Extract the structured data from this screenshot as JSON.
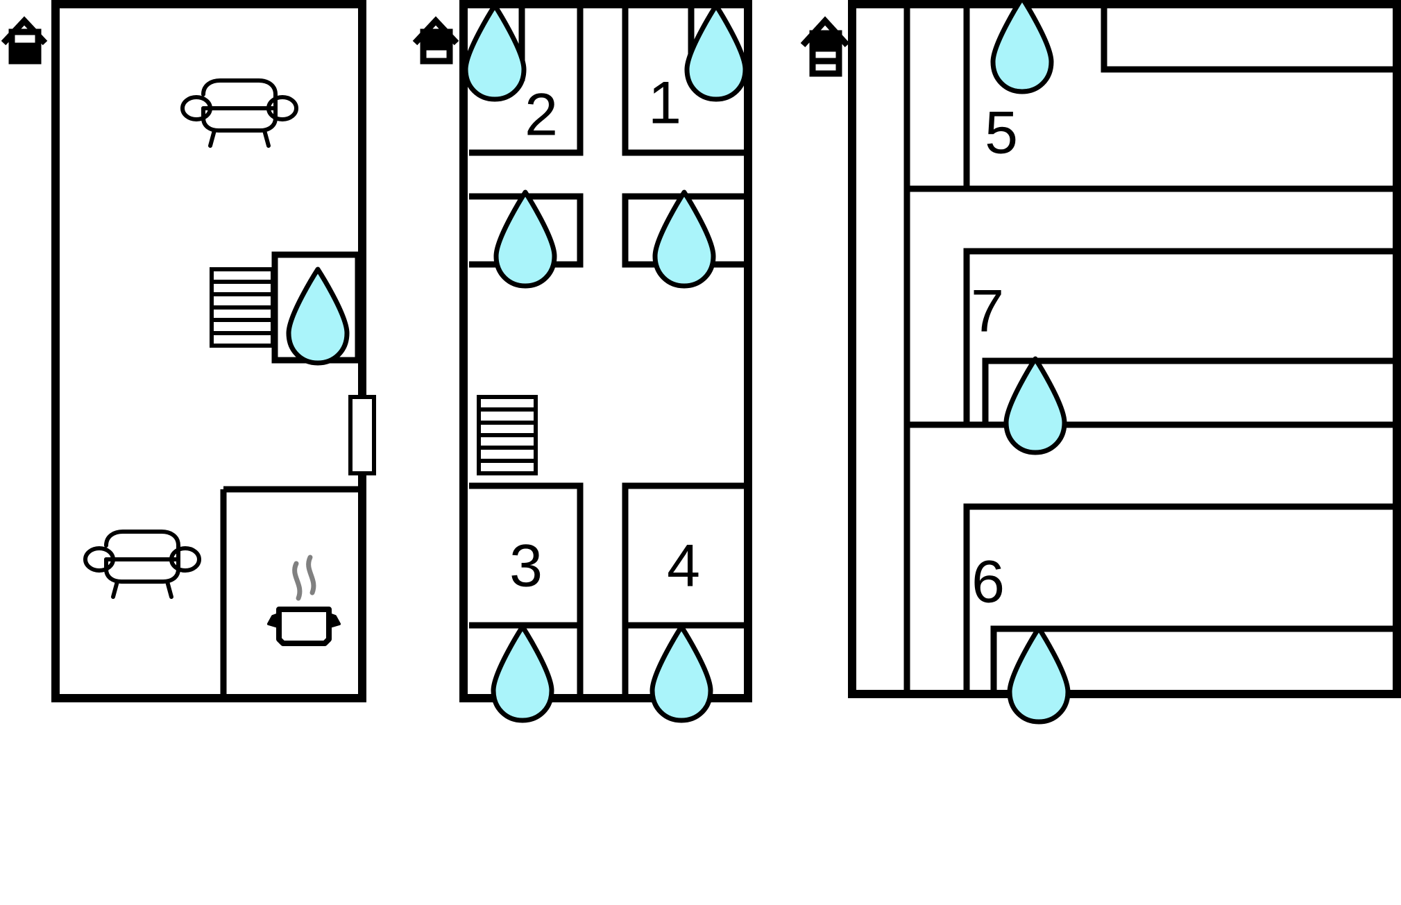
{
  "diagram": {
    "type": "apartment-floor-plan",
    "title": "",
    "floor_count": 3,
    "palette": {
      "wall": "#000000",
      "background": "#ffffff",
      "water_drop_fill": "#aaf4fa",
      "steam": "#808080"
    }
  },
  "floors": [
    {
      "id": "floor-1",
      "level_label": "1",
      "level_indicator": "house-icon-floor-1",
      "filled_segment": "bottom",
      "segments": 2,
      "rooms": [
        {
          "id": "living-area",
          "label": "",
          "kind": "living"
        },
        {
          "id": "bath-1",
          "label": "",
          "kind": "bathroom",
          "icon": "water-drop-icon"
        },
        {
          "id": "kitchen",
          "label": "",
          "kind": "kitchen",
          "icon": "cooking-pot-icon"
        }
      ],
      "fixtures": [
        {
          "name": "sofa-icon",
          "kind": "sofa"
        },
        {
          "name": "sofa-icon",
          "kind": "sofa"
        },
        {
          "name": "staircase-icon",
          "kind": "stairs",
          "steps": 6
        },
        {
          "name": "water-drop-icon",
          "kind": "bathroom"
        },
        {
          "name": "cooking-pot-icon",
          "kind": "stove"
        },
        {
          "name": "door-icon",
          "kind": "door"
        }
      ]
    },
    {
      "id": "floor-2",
      "level_label": "2",
      "level_indicator": "house-icon-floor-2",
      "filled_segment": "top",
      "segments": 2,
      "rooms": [
        {
          "id": "room-2",
          "label": "2",
          "kind": "bedroom",
          "bath_position": "top-left"
        },
        {
          "id": "room-1",
          "label": "1",
          "kind": "bedroom",
          "bath_position": "top-right"
        },
        {
          "id": "room-3",
          "label": "3",
          "kind": "bedroom",
          "bath_position": "bottom"
        },
        {
          "id": "room-4",
          "label": "4",
          "kind": "bedroom",
          "bath_position": "bottom"
        }
      ],
      "fixtures": [
        {
          "name": "water-drop-icon",
          "kind": "bathroom"
        },
        {
          "name": "water-drop-icon",
          "kind": "bathroom"
        },
        {
          "name": "water-drop-icon",
          "kind": "bathroom"
        },
        {
          "name": "water-drop-icon",
          "kind": "bathroom"
        },
        {
          "name": "water-drop-icon",
          "kind": "bathroom"
        },
        {
          "name": "water-drop-icon",
          "kind": "bathroom"
        },
        {
          "name": "staircase-icon",
          "kind": "stairs",
          "steps": 6
        }
      ]
    },
    {
      "id": "floor-3",
      "level_label": "3",
      "level_indicator": "house-icon-floor-3",
      "filled_segment": "top",
      "segments": 3,
      "rooms": [
        {
          "id": "room-5",
          "label": "5",
          "kind": "bedroom",
          "bath_position": "top-right"
        },
        {
          "id": "room-7",
          "label": "7",
          "kind": "bedroom",
          "bath_position": "bottom-right"
        },
        {
          "id": "room-6",
          "label": "6",
          "kind": "bedroom",
          "bath_position": "bottom-right"
        }
      ],
      "fixtures": [
        {
          "name": "water-drop-icon",
          "kind": "bathroom"
        },
        {
          "name": "water-drop-icon",
          "kind": "bathroom"
        },
        {
          "name": "water-drop-icon",
          "kind": "bathroom"
        }
      ]
    }
  ],
  "room_labels": {
    "r1": "1",
    "r2": "2",
    "r3": "3",
    "r4": "4",
    "r5": "5",
    "r6": "6",
    "r7": "7"
  }
}
